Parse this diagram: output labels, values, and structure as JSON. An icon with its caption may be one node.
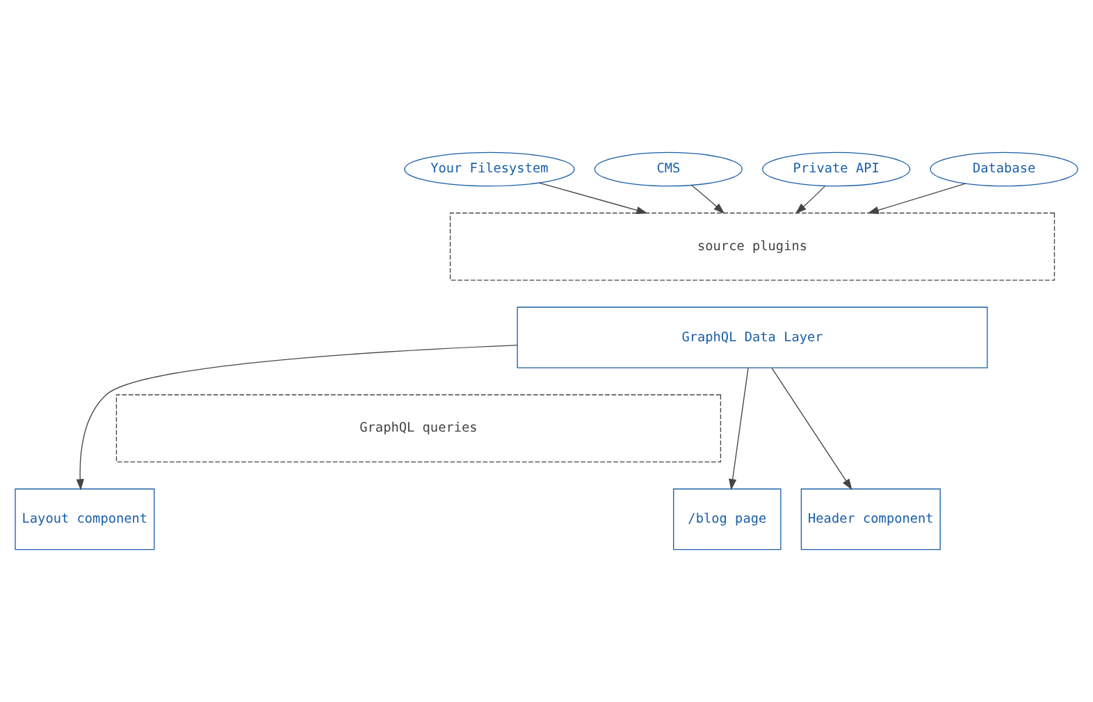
{
  "diagram": {
    "nodes": [
      {
        "text": [
          "Your Filesystem"
        ]
      },
      {
        "text": [
          "CMS"
        ]
      },
      {
        "text": [
          "Private API"
        ]
      },
      {
        "text": [
          "Database"
        ]
      },
      {
        "text": [
          "source plugins"
        ]
      },
      {
        "text": [
          "GraphQL Data Layer"
        ]
      },
      {
        "text": [
          "GraphQL queries"
        ]
      },
      {
        "text": [
          "Layout component"
        ]
      },
      {
        "text": [
          "/blog page"
        ]
      },
      {
        "text": [
          "Header component"
        ]
      }
    ],
    "edges": [
      {
        "from": 0,
        "to": 4,
        "arrow": "to"
      },
      {
        "from": 1,
        "to": 4,
        "arrow": "to"
      },
      {
        "from": 2,
        "to": 4,
        "arrow": "to"
      },
      {
        "from": 3,
        "to": 4,
        "arrow": "to"
      },
      {
        "from": 5,
        "to": 7,
        "arrow": "to"
      },
      {
        "from": 5,
        "to": 8,
        "arrow": "to"
      },
      {
        "from": 5,
        "to": 9,
        "arrow": "to"
      }
    ]
  }
}
